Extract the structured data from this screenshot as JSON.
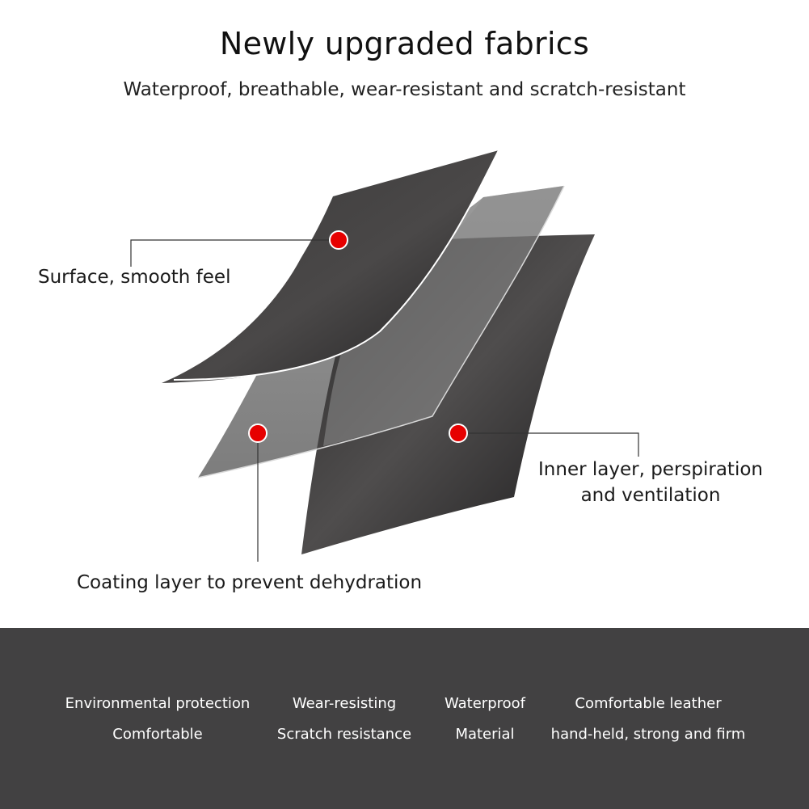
{
  "header": {
    "title": "Newly upgraded fabrics",
    "subtitle": "Waterproof, breathable, wear-resistant and scratch-resistant"
  },
  "callouts": {
    "surface": "Surface, smooth feel",
    "coating": "Coating layer to prevent dehydration",
    "inner_line1": "Inner layer, perspiration",
    "inner_line2": "and ventilation"
  },
  "features": [
    {
      "line1": "Environmental protection",
      "line2": "Comfortable"
    },
    {
      "line1": "Wear-resisting",
      "line2": "Scratch resistance"
    },
    {
      "line1": "Waterproof",
      "line2": "Material"
    },
    {
      "line1": "Comfortable leather",
      "line2": "hand-held, strong and firm"
    }
  ],
  "colors": {
    "marker": "#e60000",
    "dark_layer": "#2b2a2b",
    "gray_layer": "#8a8a8a",
    "footer_bg": "#424142"
  }
}
